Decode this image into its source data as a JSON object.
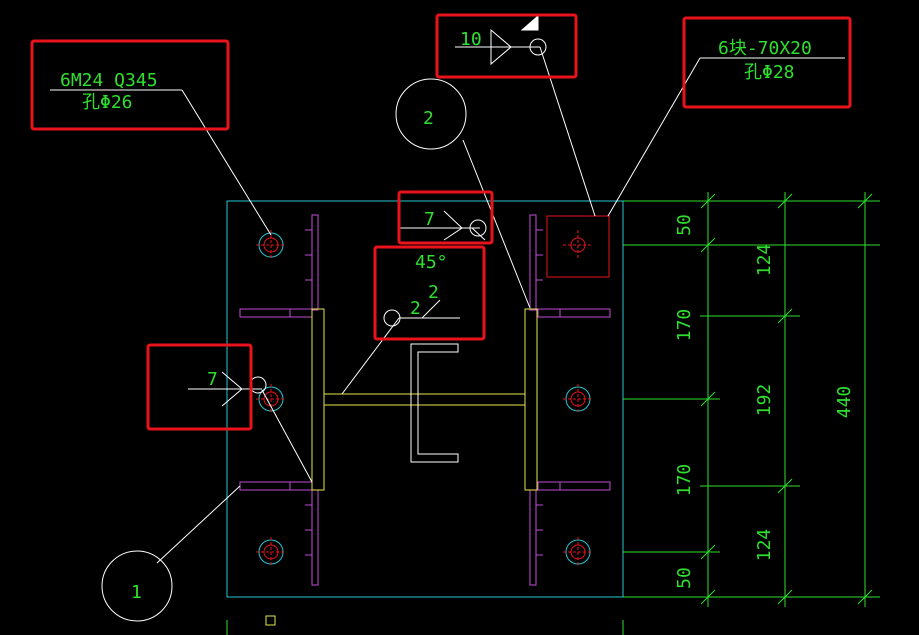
{
  "colors": {
    "background": "#000000",
    "plate": "#29c4d4",
    "steel": "#e6e64a",
    "stiffener": "#c24ad6",
    "dimension": "#2ee02e",
    "text": "#2ee02e",
    "leader": "#ffffff",
    "highlight": "#e8131b",
    "bolt": "#e8131b",
    "centerline": "#e8131b",
    "channel": "#ffffff"
  },
  "annotations": {
    "bolt_spec_line1": "6M24 Q345",
    "bolt_spec_line2": "孔Φ26",
    "weld_top": "10",
    "washer_line1": "6块-70X20",
    "washer_line2": "孔Φ28",
    "weld_flange": "7",
    "bevel_angle": "45°",
    "bevel_weld_left": "2",
    "bevel_weld_right": "2",
    "weld_left": "7",
    "callout_1": "1",
    "callout_2": "2"
  },
  "dimensions": {
    "chain_outer": [
      "50",
      "170",
      "170",
      "50"
    ],
    "chain_inner": [
      "124",
      "192",
      "124"
    ],
    "overall": "440"
  }
}
